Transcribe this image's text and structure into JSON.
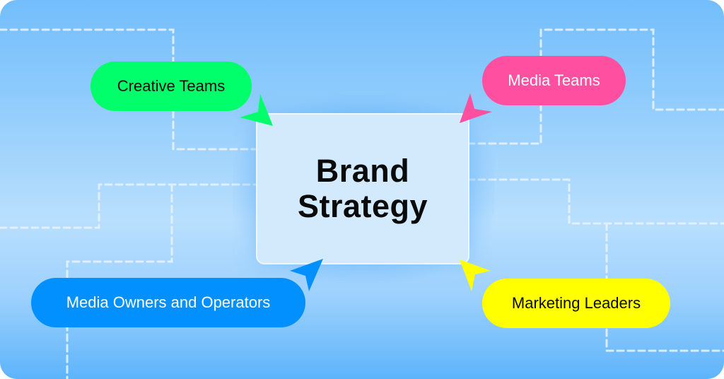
{
  "diagram": {
    "center": {
      "line1": "Brand",
      "line2": "Strategy"
    },
    "nodes": [
      {
        "id": "creative-teams",
        "label": "Creative Teams",
        "color": "#00FF6A",
        "text_color": "#0B0B0B",
        "position": "top-left"
      },
      {
        "id": "media-teams",
        "label": "Media Teams",
        "color": "#FF4FA0",
        "text_color": "#FFFFFF",
        "position": "top-right"
      },
      {
        "id": "media-owners",
        "label": "Media Owners and Operators",
        "color": "#0390FF",
        "text_color": "#FFFFFF",
        "position": "bottom-left"
      },
      {
        "id": "marketing-leaders",
        "label": "Marketing Leaders",
        "color": "#FFFF00",
        "text_color": "#0B0B0B",
        "position": "bottom-right"
      }
    ],
    "colors": {
      "background_top": "#73BEFC",
      "background_mid": "#B9DFFD",
      "background_bottom": "#5DB4FB",
      "center_fill": "#D3EAFD",
      "dash_line": "#E6F2FC"
    }
  }
}
